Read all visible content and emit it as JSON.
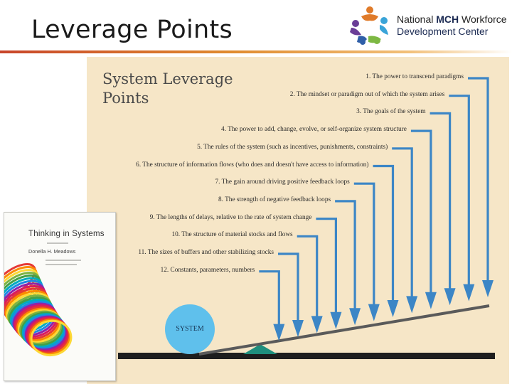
{
  "slide": {
    "title": "Leverage Points"
  },
  "logo": {
    "line1_bold": "MCH",
    "line1_before": "National ",
    "line1_after": " Workforce",
    "line2": "Development Center"
  },
  "diagram": {
    "heading_line1": "System Leverage",
    "heading_line2": "Points",
    "system_label": "SYSTEM",
    "leverage_points": [
      "1. The power to transcend paradigms",
      "2. The mindset or paradigm out of which the system arises",
      "3. The goals of the system",
      "4. The power to add, change, evolve, or self-organize system structure",
      "5. The rules of the system (such as incentives, punishments, constraints)",
      "6. The structure of information flows (who does and doesn't have access to information)",
      "7. The gain around driving positive feedback loops",
      "8. The strength of negative feedback loops",
      "9. The lengths of delays, relative to the rate of system change",
      "10. The structure of material stocks and flows",
      "11. The sizes of buffers and other stabilizing stocks",
      "12. Constants, parameters, numbers"
    ],
    "colors": {
      "background": "#f6e6c7",
      "arrow": "#3c86c6",
      "system_ball": "#5fc0ec",
      "fulcrum": "#1f8f7e",
      "base": "#1e1e1e"
    }
  },
  "book": {
    "title": "Thinking in Systems",
    "author": "Donella H. Meadows"
  }
}
